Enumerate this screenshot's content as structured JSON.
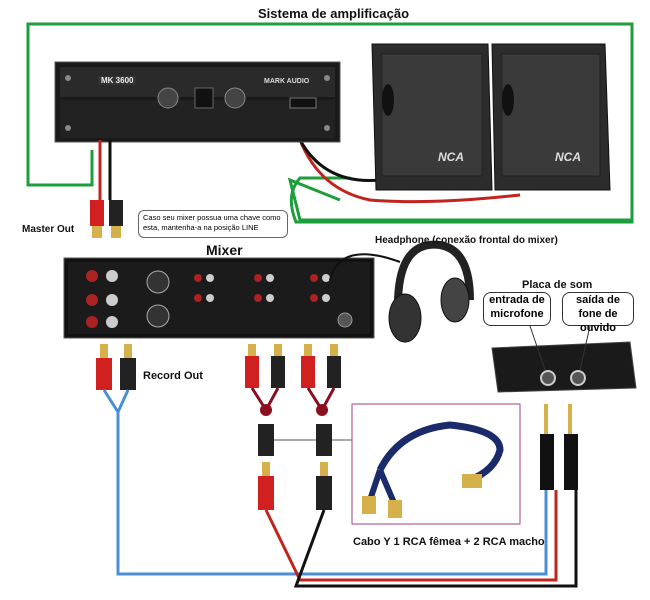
{
  "title": "Sistema de amplificação",
  "labels": {
    "master_out": "Master Out",
    "record_out": "Record Out",
    "mixer": "Mixer",
    "headphone": "Headphone (conexão frontal do mixer)",
    "placa_de_som": "Placa de som",
    "cabo_y": "Cabo Y 1 RCA fêmea + 2 RCA macho"
  },
  "note": "Caso seu mixer possua uma chave como esta, mantenha-a na posição LINE",
  "sound_card": {
    "mic_in": "entrada de microfone",
    "headphone_out": "saída de fone de ouvido"
  },
  "amplifier": {
    "model": "MK 3600",
    "brand": "MARK AUDIO"
  },
  "speakers": {
    "brand": "NCA"
  },
  "colors": {
    "green_wire": "#1e9e3a",
    "red_wire": "#c0241c",
    "blue_wire": "#4a8fd6",
    "black_wire": "#111111",
    "rca_red": "#d02020",
    "plug_gold": "#d6b04a"
  }
}
